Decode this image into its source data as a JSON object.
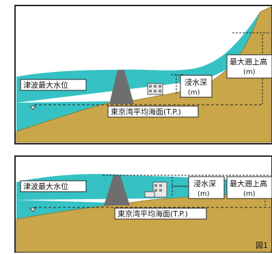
{
  "colors": {
    "sea": "#36c2c4",
    "ground": "#c9a64a",
    "ground_edge": "#8c6f22",
    "seawall": "#6e6e6e",
    "frame": "#222222",
    "background": "#ffffff",
    "building": "#e8e8e8"
  },
  "top_panel": {
    "tsunami_level_label": "津波最大水位",
    "inundation_depth_label": "浸水深",
    "inundation_depth_unit": "(m)",
    "max_runup_label": "最大遡上高",
    "max_runup_unit": "(m)",
    "datum_label": "東京湾平均海面(T.P.)"
  },
  "bottom_panel": {
    "tsunami_level_label": "津波最大水位",
    "inundation_depth_label": "浸水深",
    "inundation_depth_unit": "(m)",
    "max_runup_label": "最大遡上高",
    "max_runup_unit": "(m)",
    "datum_label": "東京湾平均海面(T.P.)"
  },
  "figure_label": "図1"
}
